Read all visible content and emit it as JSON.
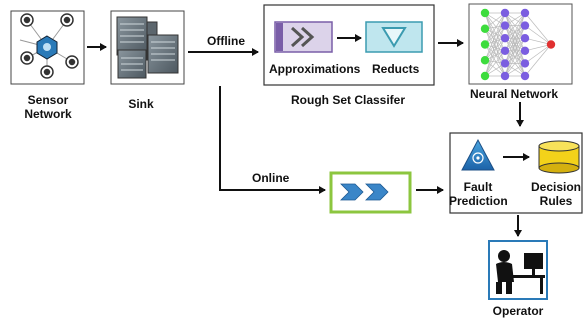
{
  "nodes": {
    "sensor_network": {
      "label_line1": "Sensor",
      "label_line2": "Network"
    },
    "sink": {
      "label": "Sink"
    },
    "rough_set": {
      "title": "Rough Set Classifer",
      "approximations_label": "Approximations",
      "reducts_label": "Reducts"
    },
    "neural_network": {
      "label": "Neural Network"
    },
    "fault_prediction": {
      "label_line1": "Fault",
      "label_line2": "Prediction"
    },
    "decision_rules": {
      "label_line1": "Decision",
      "label_line2": "Rules"
    },
    "operator": {
      "label": "Operator"
    }
  },
  "edges": {
    "offline_label": "Offline",
    "online_label": "Online"
  },
  "colors": {
    "sensor_hub": "#2a7ab8",
    "rough_box_border": "#333333",
    "approx_icon_fill": "#dcd3ea",
    "approx_icon_border": "#7a5ea8",
    "reducts_icon_fill": "#bfe6ee",
    "reducts_icon_border": "#3b9bb0",
    "online_box_border": "#8cc63f",
    "online_chevron": "#3a86c8",
    "nn_green": "#3ddc3d",
    "nn_purple": "#7b5ee0",
    "nn_red": "#e03030",
    "decision_yellow": "#f3d21a",
    "operator_border": "#2a7ab8"
  },
  "icons": {
    "sensor": "sensor-network-icon",
    "sink": "server-rack-icon",
    "approximations": "double-chevron-icon",
    "reducts": "funnel-triangle-icon",
    "neural": "neural-network-icon",
    "fault": "pyramid-warning-icon",
    "decision": "database-cylinder-icon",
    "operator": "operator-workstation-icon",
    "online": "double-arrow-icon"
  }
}
